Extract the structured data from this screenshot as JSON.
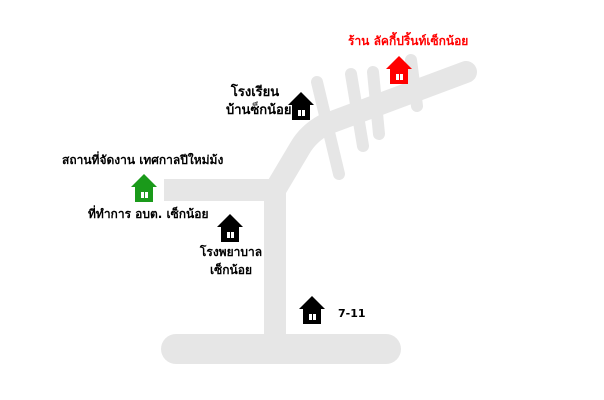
{
  "colors": {
    "road": "#e6e6e6",
    "background": "#ffffff",
    "text": "#000000",
    "highlight": "#ff0000",
    "venue": "#1a9a1a",
    "landmark": "#000000"
  },
  "landmarks": {
    "shop": {
      "label": "ร้าน ลัคกี้ปริ้นท์เซ็กน้อย",
      "icon": "house-icon",
      "color": "#ff0000"
    },
    "school": {
      "label_line1": "โรงเรียน",
      "label_line2": "บ้านซ็กน้อย",
      "icon": "house-icon",
      "color": "#000000"
    },
    "venue": {
      "label_top": "สถานที่จัดงาน เทศกาลปีใหม่ม้ง",
      "label_bottom": "ที่ทำการ อบต. เซ็กน้อย",
      "icon": "house-icon",
      "color": "#1a9a1a"
    },
    "hospital": {
      "label_line1": "โรงพยาบาล",
      "label_line2": "เซ็กน้อย",
      "icon": "house-icon",
      "color": "#000000"
    },
    "store": {
      "label": "7-11",
      "icon": "house-icon",
      "color": "#000000"
    }
  }
}
